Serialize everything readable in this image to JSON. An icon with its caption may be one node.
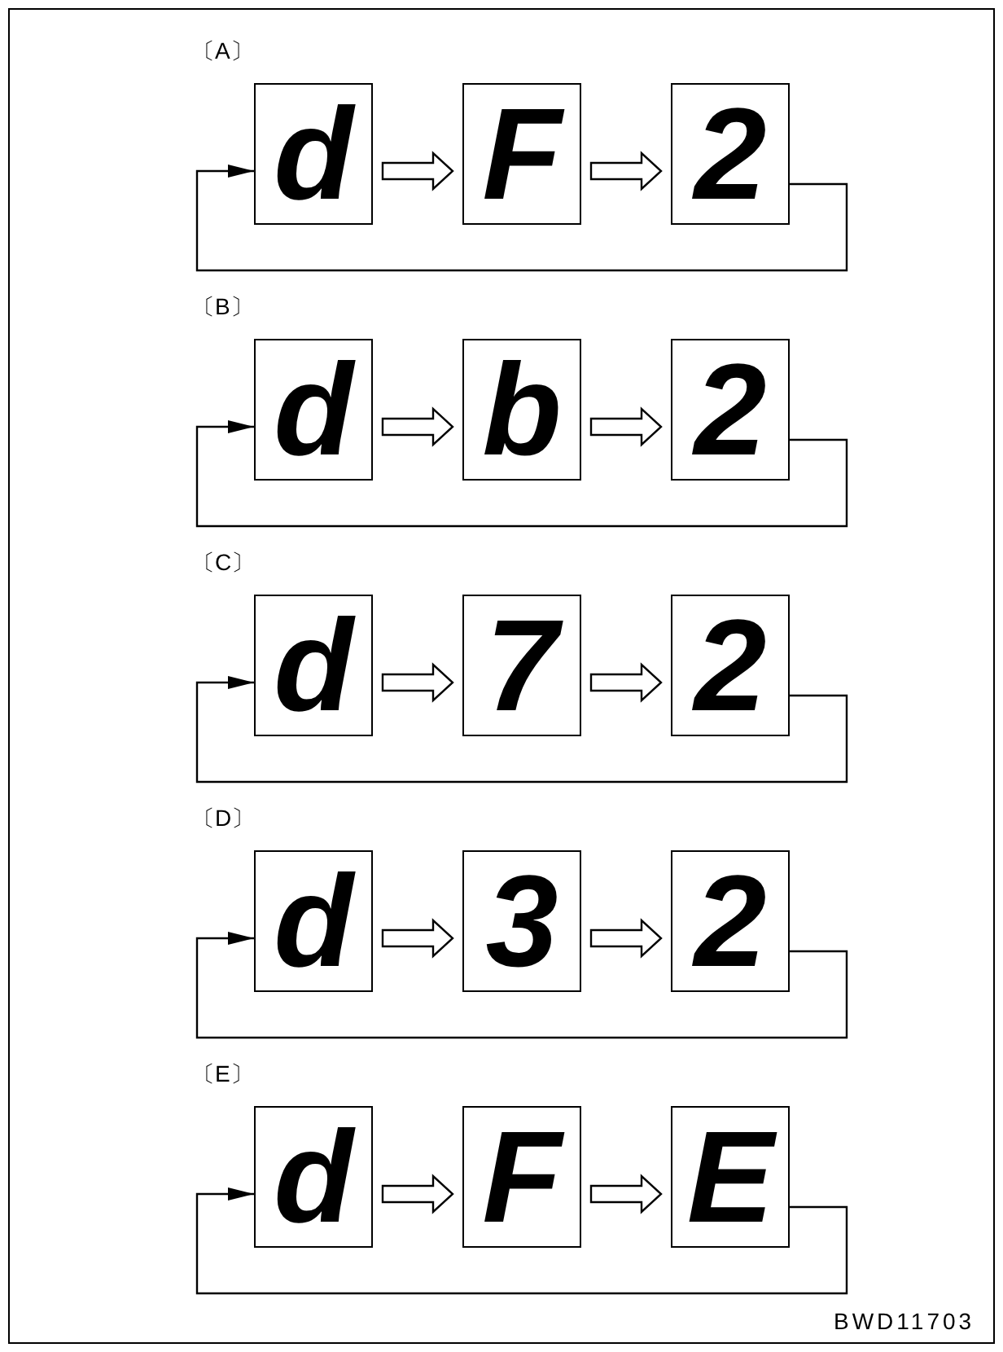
{
  "diagram": {
    "nodes": [
      {
        "text": [
          "d"
        ]
      },
      {
        "text": [
          "F"
        ]
      },
      {
        "text": [
          "2"
        ]
      },
      {
        "text": [
          "d"
        ]
      },
      {
        "text": [
          "b"
        ]
      },
      {
        "text": [
          "2"
        ]
      },
      {
        "text": [
          "d"
        ]
      },
      {
        "text": [
          "7"
        ]
      },
      {
        "text": [
          "2"
        ]
      },
      {
        "text": [
          "d"
        ]
      },
      {
        "text": [
          "3"
        ]
      },
      {
        "text": [
          "2"
        ]
      },
      {
        "text": [
          "d"
        ]
      },
      {
        "text": [
          "F"
        ]
      },
      {
        "text": [
          "E"
        ]
      }
    ],
    "edges": [
      {
        "from": 0,
        "to": 1,
        "arrow": "to",
        "style": "thick"
      },
      {
        "from": 1,
        "to": 2,
        "arrow": "to",
        "style": "thick"
      },
      {
        "from": 2,
        "to": 0,
        "arrow": "to"
      },
      {
        "from": 3,
        "to": 4,
        "arrow": "to",
        "style": "thick"
      },
      {
        "from": 4,
        "to": 5,
        "arrow": "to",
        "style": "thick"
      },
      {
        "from": 5,
        "to": 3,
        "arrow": "to"
      },
      {
        "from": 6,
        "to": 7,
        "arrow": "to",
        "style": "thick"
      },
      {
        "from": 7,
        "to": 8,
        "arrow": "to",
        "style": "thick"
      },
      {
        "from": 8,
        "to": 6,
        "arrow": "to"
      },
      {
        "from": 9,
        "to": 10,
        "arrow": "to",
        "style": "thick"
      },
      {
        "from": 10,
        "to": 11,
        "arrow": "to",
        "style": "thick"
      },
      {
        "from": 11,
        "to": 9,
        "arrow": "to"
      },
      {
        "from": 12,
        "to": 13,
        "arrow": "to",
        "style": "thick"
      },
      {
        "from": 13,
        "to": 14,
        "arrow": "to",
        "style": "thick"
      },
      {
        "from": 14,
        "to": 12,
        "arrow": "to"
      }
    ],
    "labels": [
      "〔A〕",
      "〔B〕",
      "〔C〕",
      "〔D〕",
      "〔E〕",
      "BWD11703"
    ]
  }
}
